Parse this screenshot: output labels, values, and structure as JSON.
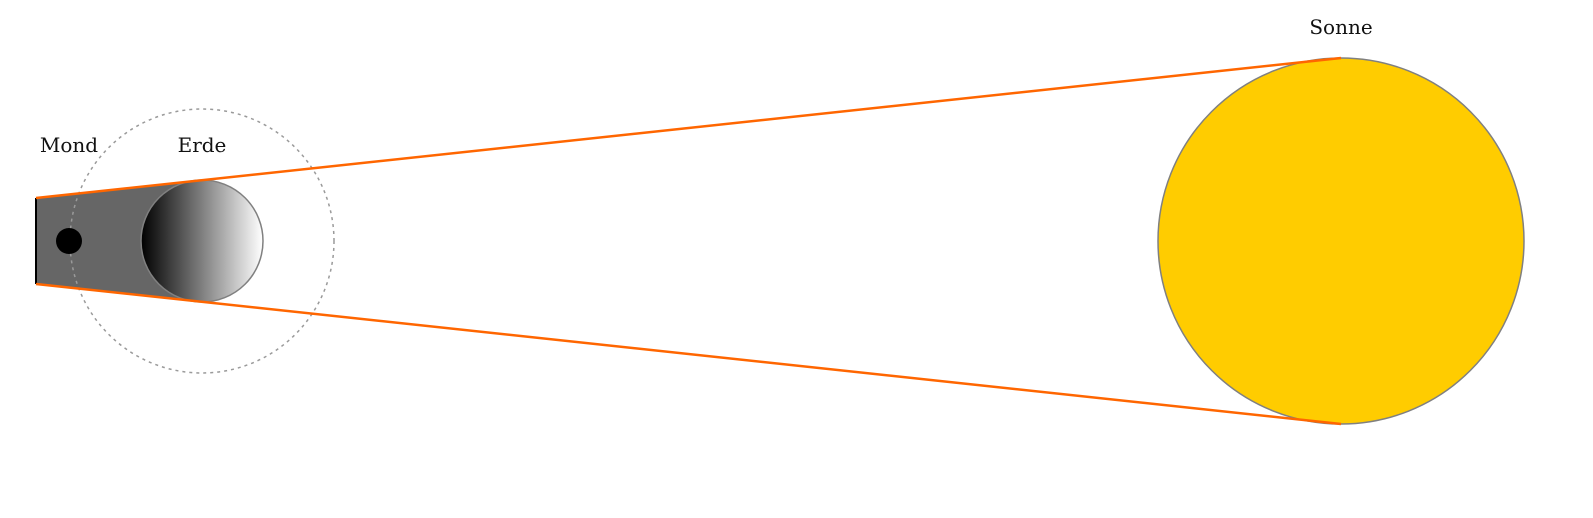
{
  "labels": {
    "moon": "Mond",
    "earth": "Erde",
    "sun": "Sonne"
  },
  "colors": {
    "sun_fill": "#FFCC00",
    "sun_stroke": "#808080",
    "tangent_lines": "#FF6600",
    "shadow": "#666666",
    "moon": "#000000",
    "earth_dark": "#000000",
    "earth_light": "#FFFFFF",
    "orbit": "#9A9A9A"
  }
}
